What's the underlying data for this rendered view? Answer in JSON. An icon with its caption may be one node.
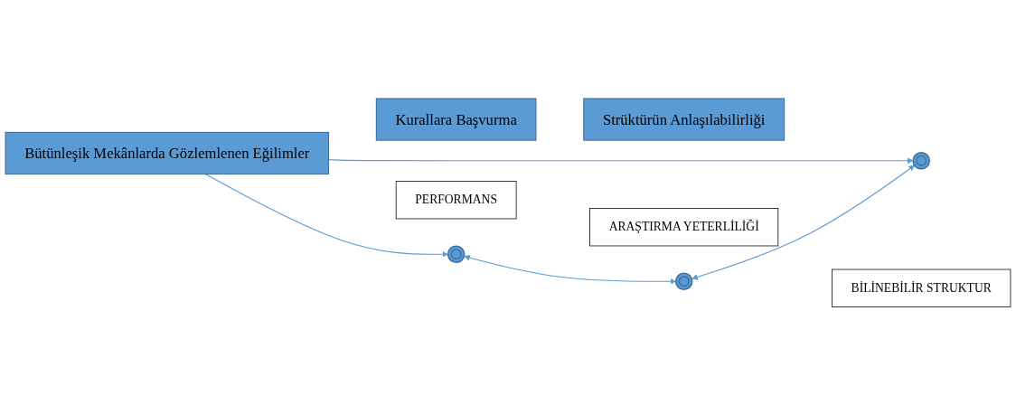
{
  "diagram": {
    "nodes": [
      {
        "text": [
          "Bütünleşik Mekânlarda Gözlemlenen Eğilimler"
        ]
      },
      {
        "text": [
          "Kurallara Başvurma"
        ]
      },
      {
        "text": [
          "Strüktürün Anlaşılabilirliği"
        ]
      },
      {
        "text": [],
        "shape": "circle"
      },
      {
        "text": [],
        "shape": "circle"
      },
      {
        "text": [],
        "shape": "circle"
      },
      {
        "text": [
          "PERFORMANS"
        ]
      },
      {
        "text": [
          "ARAŞTIRMA YETERLİLİĞİ"
        ]
      },
      {
        "text": [
          "BİLİNEBİLİR STRUKTUR"
        ]
      }
    ],
    "edges": [
      {
        "from": 0,
        "to": 3,
        "arrow": "to"
      },
      {
        "from": 0,
        "to": 5,
        "arrow": "to"
      },
      {
        "from": 3,
        "to": 4,
        "arrow": "both"
      },
      {
        "from": 4,
        "to": 5,
        "arrow": "both"
      }
    ]
  }
}
